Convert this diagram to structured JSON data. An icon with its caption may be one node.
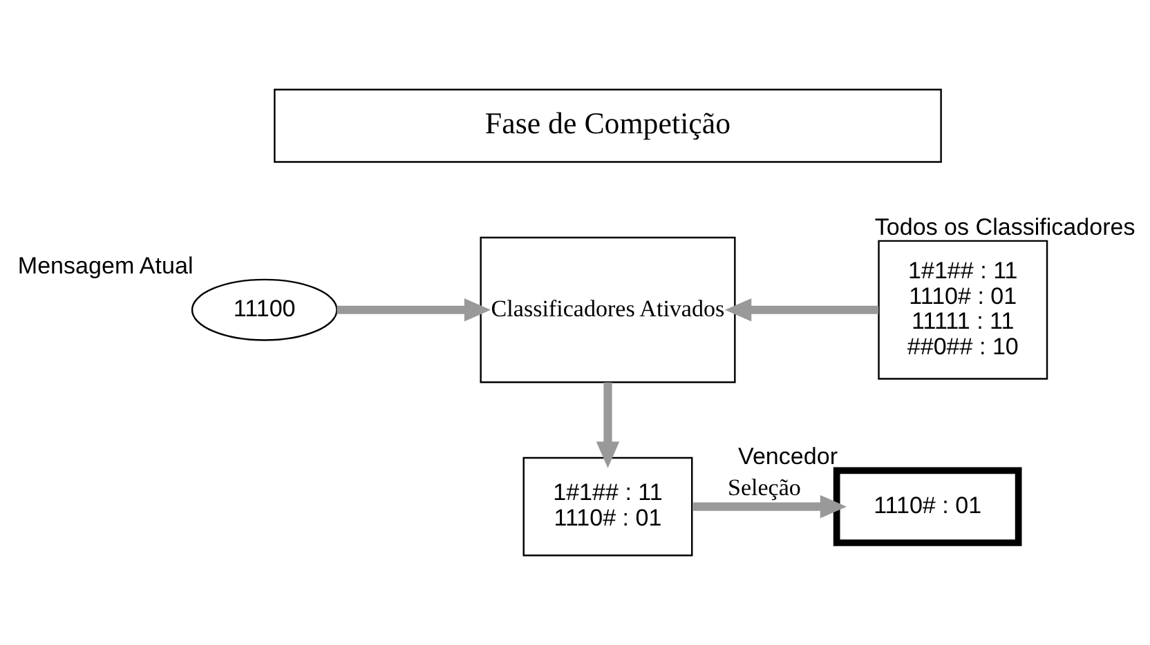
{
  "diagram": {
    "nodes": [
      {
        "text": [
          "Fase de Competição"
        ]
      },
      {
        "text": [
          "11100"
        ],
        "beside": [
          "Mensagem Atual"
        ]
      },
      {
        "text": [
          "Classificadores Ativados"
        ]
      },
      {
        "text": [
          "1#1## : 11",
          "1110# : 01",
          "11111 : 11",
          "##0## : 10"
        ],
        "beside": [
          "Todos os Classificadores"
        ]
      },
      {
        "text": [
          "1#1## : 11",
          "1110# : 01"
        ]
      },
      {
        "text": [
          "1110# : 01"
        ],
        "beside": [
          "Vencedor"
        ]
      }
    ],
    "edges": [
      {
        "from": 1,
        "to": 2,
        "arrow": "to"
      },
      {
        "from": 3,
        "to": 2,
        "arrow": "to"
      },
      {
        "from": 2,
        "to": 4,
        "arrow": "to"
      },
      {
        "from": 4,
        "to": 5,
        "label": "Seleção",
        "arrow": "to"
      }
    ]
  }
}
